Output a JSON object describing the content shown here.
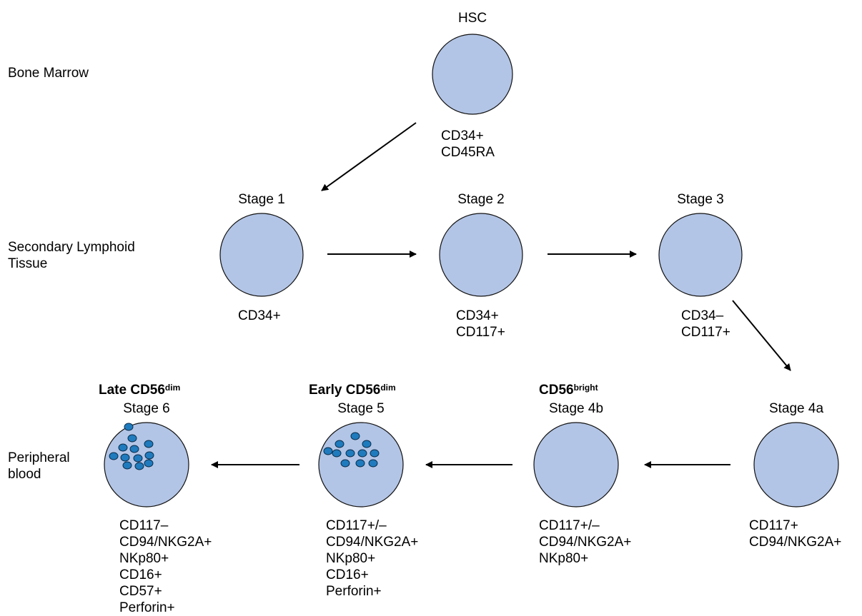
{
  "rows": {
    "bone_marrow": "Bone Marrow",
    "secondary_lymphoid_line1": "Secondary Lymphoid",
    "secondary_lymphoid_line2": "Tissue",
    "peripheral_line1": "Peripheral",
    "peripheral_line2": "blood"
  },
  "colors": {
    "cell_fill": "#b3c5e6",
    "cell_stroke": "#111111",
    "granule_fill": "#1f7bbd",
    "arrow": "#000000"
  },
  "nodes": {
    "hsc": {
      "title": "HSC",
      "markers": [
        "CD34+",
        "CD45RA"
      ]
    },
    "stage1": {
      "title": "Stage 1",
      "markers": [
        "CD34+"
      ]
    },
    "stage2": {
      "title": "Stage 2",
      "markers": [
        "CD34+",
        "CD117+"
      ]
    },
    "stage3": {
      "title": "Stage 3",
      "markers": [
        "CD34–",
        "CD117+"
      ]
    },
    "stage4a": {
      "title": "Stage 4a",
      "markers": [
        "CD117+",
        "CD94/NKG2A+"
      ]
    },
    "stage4b": {
      "subtitle_base": "CD56",
      "subtitle_sup": "bright",
      "title": "Stage 4b",
      "markers": [
        "CD117+/–",
        "CD94/NKG2A+",
        "NKp80+"
      ]
    },
    "stage5": {
      "subtitle_base": "Early CD56",
      "subtitle_sup": "dim",
      "title": "Stage 5",
      "markers": [
        "CD117+/–",
        "CD94/NKG2A+",
        "NKp80+",
        "CD16+",
        "Perforin+"
      ]
    },
    "stage6": {
      "subtitle_base": "Late CD56",
      "subtitle_sup": "dim",
      "title": "Stage 6",
      "markers": [
        "CD117–",
        "CD94/NKG2A+",
        "NKp80+",
        "CD16+",
        "CD57+",
        "Perforin+"
      ]
    }
  }
}
